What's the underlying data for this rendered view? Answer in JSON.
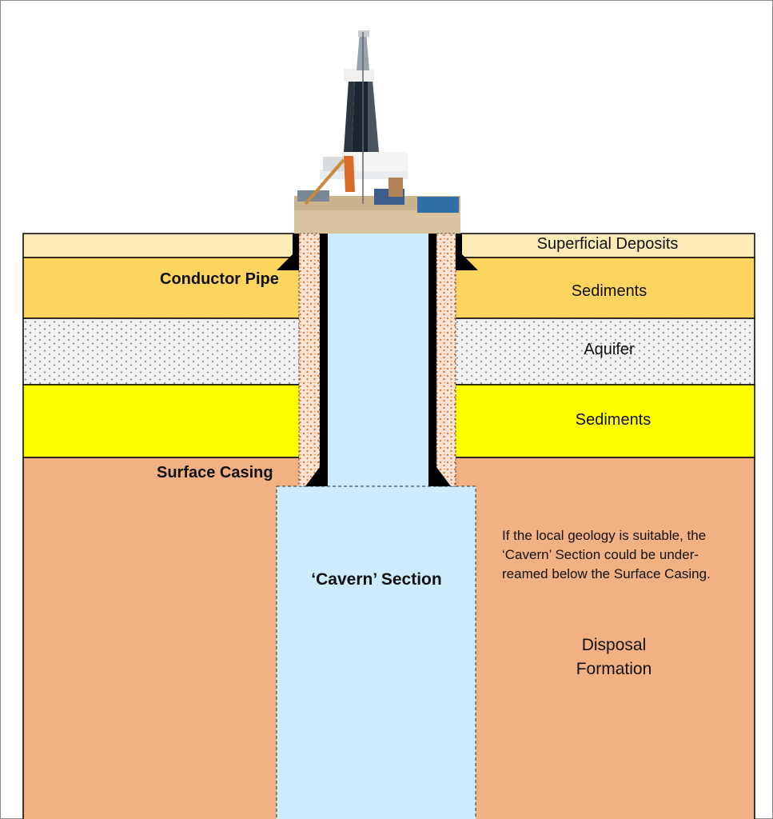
{
  "labels": {
    "superficial_deposits": "Superficial Deposits",
    "sediments_upper": "Sediments",
    "aquifer": "Aquifer",
    "sediments_lower": "Sediments",
    "conductor_pipe": "Conductor Pipe",
    "surface_casing": "Surface Casing",
    "cavern_section": "‘Cavern’ Section",
    "disposal_line1": "Disposal",
    "disposal_line2": "Formation"
  },
  "note": {
    "line1": "If the local geology is suitable, the",
    "line2": "‘Cavern’ Section could be under-",
    "line3": "reamed below the Surface Casing."
  },
  "colors": {
    "superficial": "#FEEBB6",
    "sediments_upper": "#FDD55E",
    "aquifer": "#F2F2F2",
    "sediments_lower": "#FFFF00",
    "disposal": "#F2B183",
    "wellbore": "#CCECFB",
    "cement": "#FBE4D5",
    "steel": "#000000"
  },
  "icons": {
    "drilling_rig": "drilling-rig-icon"
  }
}
